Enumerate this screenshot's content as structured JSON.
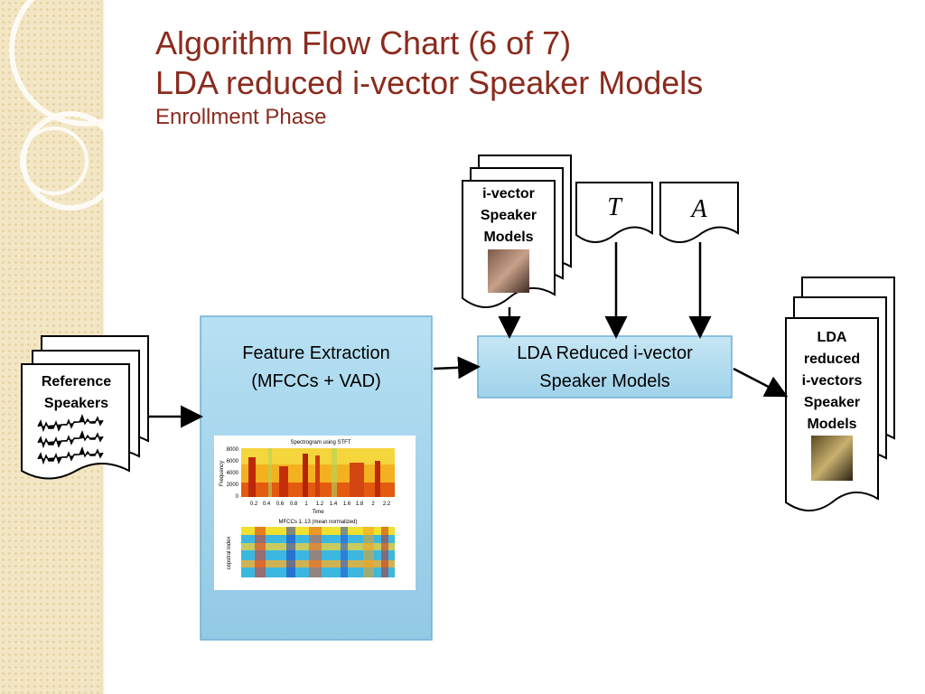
{
  "slide": {
    "title_line1": "Algorithm Flow Chart (6 of 7)",
    "title_line2": "LDA reduced i-vector Speaker Models",
    "subtitle": "Enrollment Phase"
  },
  "reference_speakers": {
    "line1": "Reference",
    "line2": "Speakers"
  },
  "feature_extraction": {
    "line1": "Feature Extraction",
    "line2": "(MFCCs + VAD)"
  },
  "ivector_models": {
    "line1": "i-vector",
    "line2": "Speaker",
    "line3": "Models"
  },
  "matrix_t": {
    "symbol": "T"
  },
  "matrix_a": {
    "symbol": "A"
  },
  "lda_reduced_box": {
    "line1": "LDA Reduced i-vector",
    "line2": "Speaker Models"
  },
  "lda_output": {
    "line1": "LDA",
    "line2": "reduced",
    "line3": "i-vectors",
    "line4": "Speaker",
    "line5": "Models"
  },
  "spectrogram": {
    "title": "Spectrogram using STFT",
    "ylabel": "Frequency",
    "xlabel": "Time",
    "yticks": [
      "8000",
      "6000",
      "4000",
      "2000",
      "0"
    ],
    "xticks": [
      "0.2",
      "0.4",
      "0.6",
      "0.8",
      "1",
      "1.2",
      "1.4",
      "1.6",
      "1.8",
      "2",
      "2.2"
    ]
  },
  "mfcc_plot": {
    "title": "MFCCs 1..13 (mean normalized)",
    "ylabel": "cepstral index"
  },
  "colors": {
    "title": "#8a2b1d",
    "box_fill": "#a9d8ee",
    "side_strip": "#f3e6c4"
  }
}
